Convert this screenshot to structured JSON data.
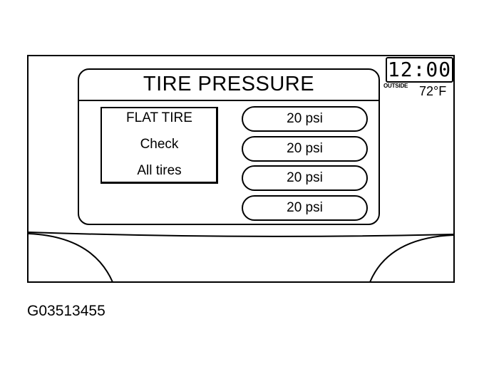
{
  "panel": {
    "title": "TIRE PRESSURE"
  },
  "clock": {
    "time": "12:00",
    "outside_label": "OUTSIDE",
    "outside_temp": "72°F"
  },
  "warning": {
    "line1": "FLAT TIRE",
    "line2": "Check",
    "line3": "All tires"
  },
  "tires": [
    {
      "pressure": "20 psi"
    },
    {
      "pressure": "20 psi"
    },
    {
      "pressure": "20 psi"
    },
    {
      "pressure": "20 psi"
    }
  ],
  "figure_code": "G03513455"
}
